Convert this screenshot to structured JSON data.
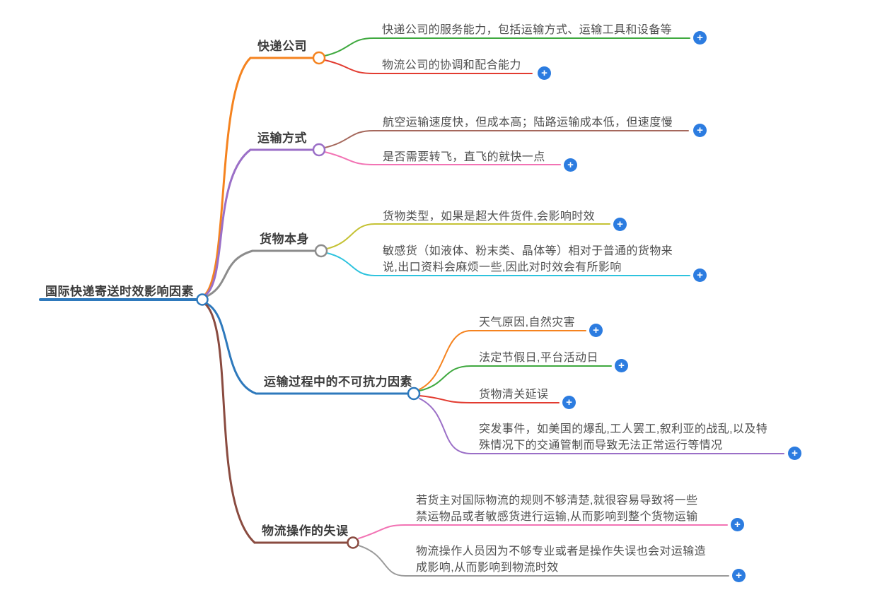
{
  "palette": {
    "blue": "#2e79bc",
    "orange": "#f5831f",
    "purple": "#9b6fc7",
    "gray": "#8c8c8c",
    "brown_dark": "#8a4b40",
    "green": "#3fa93f",
    "red": "#e23b30",
    "brown": "#a5685c",
    "pink": "#f273b4",
    "olive": "#c5c234",
    "cyan": "#2ec3de",
    "gray_light": "#9a9a9a",
    "plus_icon": "#2c7ce0",
    "topic_text": "#3c3c3c",
    "leaf_text": "#4f4f4f"
  },
  "root": {
    "label": "国际快递寄送时效影响因素"
  },
  "branches": [
    {
      "label": "快递公司",
      "children": [
        {
          "text": "快递公司的服务能力，包括运输方式、运输工具和设备等"
        },
        {
          "text": "物流公司的协调和配合能力"
        }
      ]
    },
    {
      "label": "运输方式",
      "children": [
        {
          "text": "航空运输速度快，但成本高；陆路运输成本低，但速度慢"
        },
        {
          "text": "是否需要转飞，直飞的就快一点"
        }
      ]
    },
    {
      "label": "货物本身",
      "children": [
        {
          "text": "货物类型，如果是超大件货件,会影响时效"
        },
        {
          "text": "敏感货（如液体、粉末类、晶体等）相对于普通的货物来\n说,出口资料会麻烦一些,因此对时效会有所影响"
        }
      ]
    },
    {
      "label": "运输过程中的不可抗力因素",
      "children": [
        {
          "text": "天气原因,自然灾害"
        },
        {
          "text": "法定节假日,平台活动日"
        },
        {
          "text": "货物清关延误"
        },
        {
          "text": "突发事件，如美国的爆乱,工人罢工,叙利亚的战乱,以及特\n殊情况下的交通管制而导致无法正常运行等情况"
        }
      ]
    },
    {
      "label": "物流操作的失误",
      "children": [
        {
          "text": "若货主对国际物流的规则不够清楚,就很容易导致将一些\n禁运物品或者敏感货进行运输,从而影响到整个货物运输"
        },
        {
          "text": "物流操作人员因为不够专业或者是操作失误也会对运输造\n成影响,从而影响到物流时效"
        }
      ]
    }
  ],
  "icons": {
    "plus_label": "+"
  }
}
